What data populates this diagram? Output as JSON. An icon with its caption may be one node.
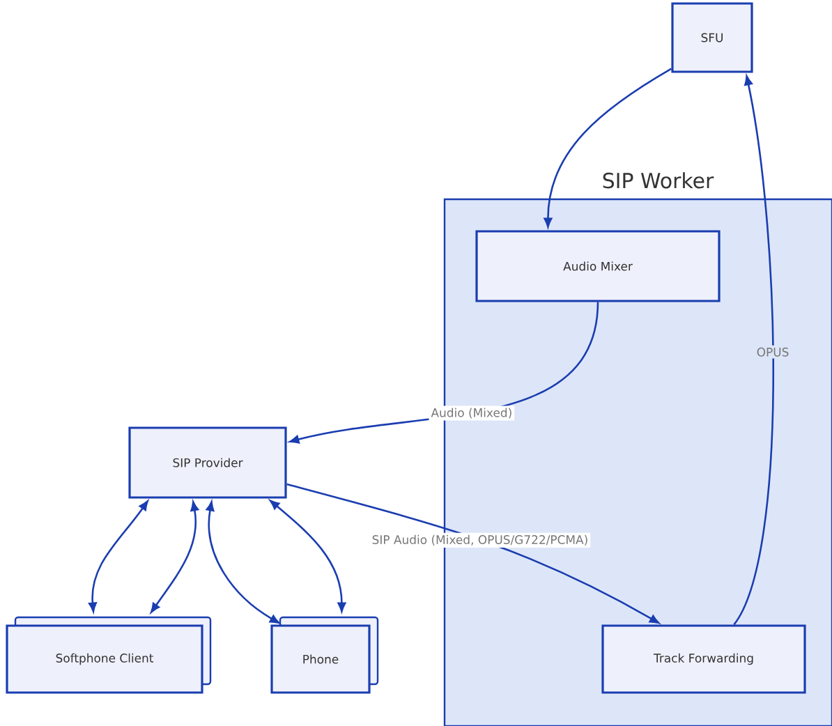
{
  "diagram": {
    "nodes": [
      {
        "text": [
          "SFU"
        ]
      },
      {
        "text": [
          "SIP Worker"
        ]
      },
      {
        "text": [
          "Audio Mixer"
        ],
        "in": 1
      },
      {
        "text": [
          "SIP Provider"
        ]
      },
      {
        "text": [
          "Track Forwarding"
        ],
        "in": 1
      },
      {
        "text": [
          "Softphone Client"
        ]
      },
      {
        "text": [
          "Phone"
        ]
      }
    ],
    "edges": [
      {
        "from": 0,
        "to": 2,
        "arrow": "to"
      },
      {
        "from": 2,
        "to": 3,
        "arrow": "to",
        "label": "Audio (Mixed)"
      },
      {
        "from": 3,
        "to": 4,
        "arrow": "to",
        "label": "SIP Audio (Mixed, OPUS/G722/PCMA)"
      },
      {
        "from": 4,
        "to": 0,
        "arrow": "to",
        "label": "OPUS"
      },
      {
        "from": 3,
        "to": 5,
        "arrow": "both"
      },
      {
        "from": 3,
        "to": 5,
        "arrow": "both"
      },
      {
        "from": 3,
        "to": 6,
        "arrow": "both"
      },
      {
        "from": 3,
        "to": 6,
        "arrow": "both"
      }
    ]
  }
}
